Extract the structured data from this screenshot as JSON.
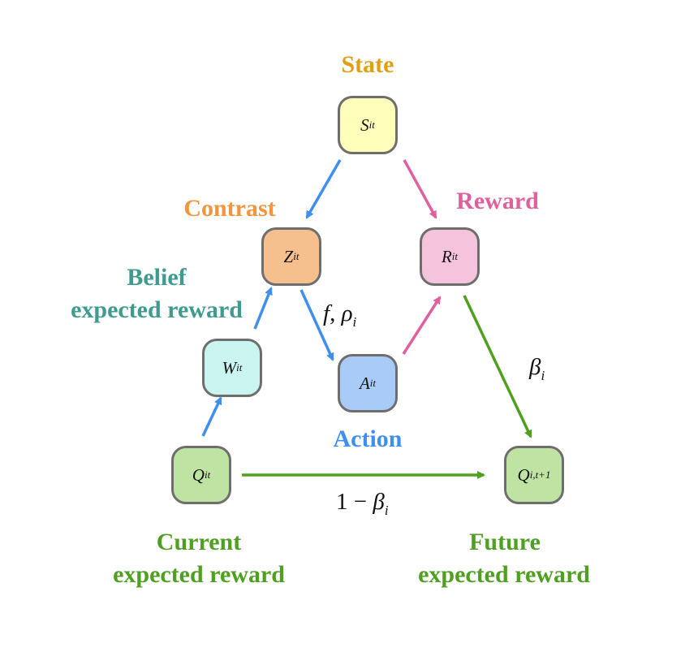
{
  "nodes": {
    "state": {
      "symbol": "S",
      "subscript": "it",
      "color": "#ffffbb"
    },
    "contrast": {
      "symbol": "Z",
      "subscript": "it",
      "color": "#f5c08e"
    },
    "reward": {
      "symbol": "R",
      "subscript": "it",
      "color": "#f6c3dc"
    },
    "belief": {
      "symbol": "W",
      "subscript": "it",
      "color": "#c9f4ef"
    },
    "action": {
      "symbol": "A",
      "subscript": "it",
      "color": "#a8cbf7"
    },
    "current": {
      "symbol": "Q",
      "subscript": "it",
      "color": "#bfe3a2"
    },
    "future": {
      "symbol": "Q",
      "subscript": "i,t+1",
      "color": "#bfe3a2"
    }
  },
  "labels": {
    "state": "State",
    "contrast": "Contrast",
    "reward": "Reward",
    "belief_line1": "Belief",
    "belief_line2": "expected reward",
    "action": "Action",
    "current_line1": "Current",
    "current_line2": "expected reward",
    "future_line1": "Future",
    "future_line2": "expected reward"
  },
  "edge_labels": {
    "policy": {
      "f": "f",
      "comma": ",",
      "rho": "ρ",
      "sub": "i"
    },
    "learning_rate": {
      "beta": "β",
      "sub": "i"
    },
    "retention": {
      "one": "1",
      "minus": "−",
      "beta": "β",
      "sub": "i"
    }
  },
  "colors": {
    "state_label": "#e0a016",
    "contrast_label": "#f0963e",
    "reward_label": "#e0609e",
    "belief_label": "#3f9a90",
    "action_label": "#3e8ff0",
    "expected_label": "#4fa020",
    "blue_arrow": "#3e8ff0",
    "pink_arrow": "#e0609e",
    "green_arrow": "#4fa020",
    "node_border": "#6e6e6e"
  }
}
